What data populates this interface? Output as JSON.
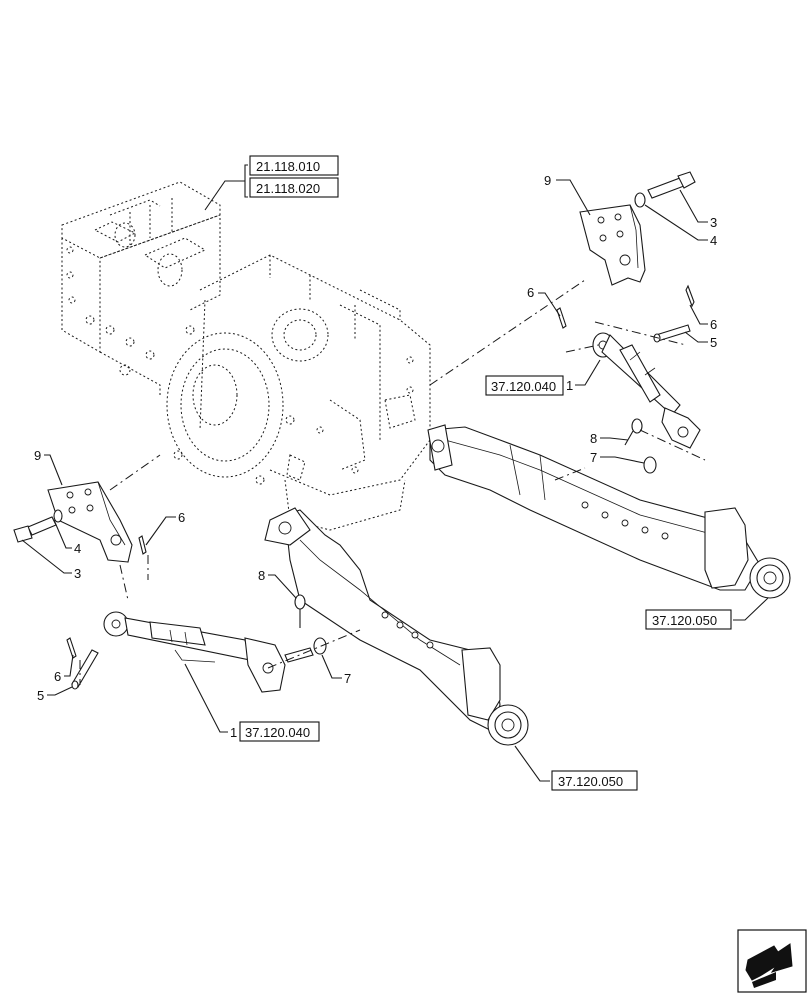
{
  "references": {
    "transmission_a": "21.118.010",
    "transmission_b": "21.118.020",
    "link_right": "37.120.040",
    "link_left": "37.120.040",
    "lower_arm_right": "37.120.050",
    "lower_arm_left": "37.120.050"
  },
  "callouts": {
    "r9": "9",
    "r3": "3",
    "r4": "4",
    "r6a": "6",
    "r6b": "6",
    "r5": "5",
    "r1": "1",
    "r8": "8",
    "r7": "7",
    "l9": "9",
    "l4": "4",
    "l3": "3",
    "l6a": "6",
    "l8": "8",
    "l6b": "6",
    "l5": "5",
    "l7": "7",
    "l1": "1"
  },
  "icons": {
    "nav": "next-page-arrow-icon"
  }
}
